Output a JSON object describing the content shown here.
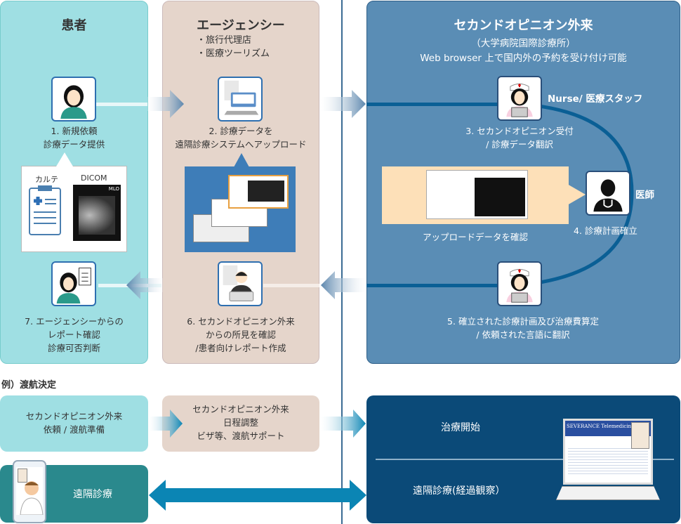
{
  "patient": {
    "title": "患者",
    "step1": [
      "1. 新規依頼",
      "診療データ提供"
    ],
    "karte": "カルテ",
    "dicom": "DICOM",
    "mlo": "MLO",
    "step7": [
      "7. エージェンシーからの",
      "レポート確認",
      "診療可否判断"
    ]
  },
  "agency": {
    "title": "エージェンシー",
    "bullets": [
      "・旅行代理店",
      "・医療ツーリズム"
    ],
    "step2": [
      "2. 診療データを",
      "遠隔診療システムへアップロード"
    ],
    "step6": [
      "6. セカンドオピニオン外来",
      "からの所見を確認",
      "/患者向けレポート作成"
    ]
  },
  "clinic": {
    "title": "セカンドオピニオン外来",
    "subtitle": "（大学病院国際診療所）",
    "desc": "Web browser 上で国内外の予約を受け付け可能",
    "nurse_label": "Nurse/ 医療スタッフ",
    "step3": [
      "3. セカンドオピニオン受付",
      "/ 診療データ翻訳"
    ],
    "upload_check": "アップロードデータを確認",
    "doctor_label": "医師",
    "step4": "4. 診療計画確立",
    "step5": [
      "5. 確立された診療計画及び治療費算定",
      "/ 依頼された言語に翻訳"
    ]
  },
  "bottom": {
    "heading": "例）渡航決定",
    "box1": [
      "セカンドオピニオン外来",
      "依頼 / 渡航準備"
    ],
    "box2": [
      "セカンドオピニオン外来",
      "日程調整",
      "ビザ等、渡航サポート"
    ],
    "treatment_start": "治療開始",
    "remote_followup": "遠隔診療(経過観察）",
    "remote": "遠隔診療",
    "laptop_brand": "SEVERANCE Telemedicine"
  },
  "colors": {
    "patient_bg": "#9fdfe3",
    "agency_bg": "#e5d5cb",
    "clinic_bg": "#5a8db5",
    "navy": "#0b4a78",
    "teal": "#2a898d",
    "arrow": "#0b85b4"
  }
}
